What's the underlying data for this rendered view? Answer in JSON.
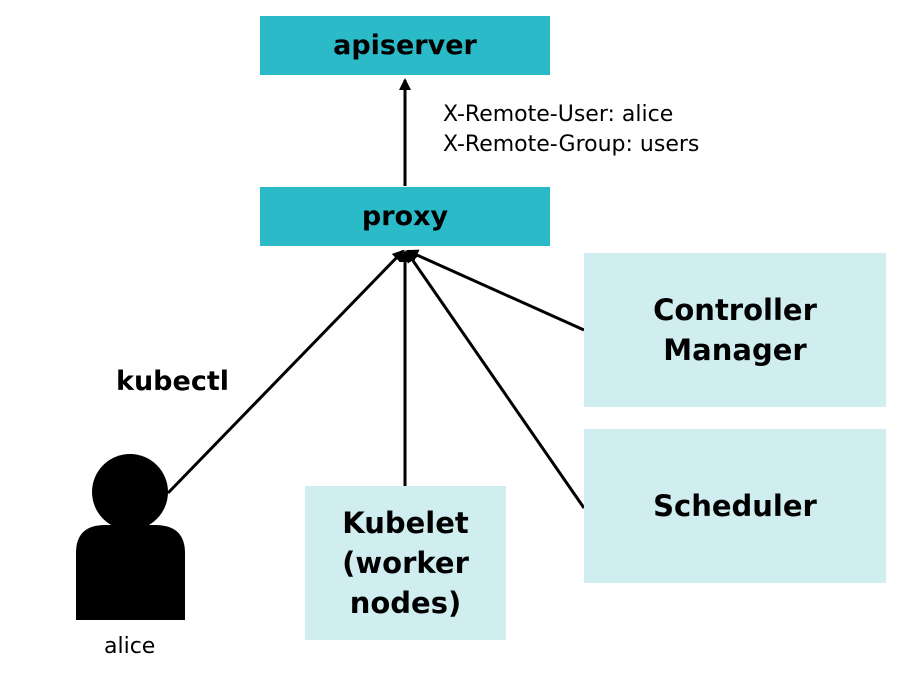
{
  "colors": {
    "primary_box": "#2bbac8",
    "secondary_box": "#d0edf0",
    "line": "#000000",
    "user": "#000000"
  },
  "nodes": {
    "apiserver": "apiserver",
    "proxy": "proxy",
    "controller_manager": "Controller\nManager",
    "scheduler": "Scheduler",
    "kubelet": "Kubelet\n(worker\nnodes)"
  },
  "headers": {
    "user_header": "X-Remote-User: alice",
    "group_header": "X-Remote-Group: users"
  },
  "edges": {
    "kubectl": "kubectl"
  },
  "user": {
    "name": "alice",
    "icon": "person-icon"
  }
}
